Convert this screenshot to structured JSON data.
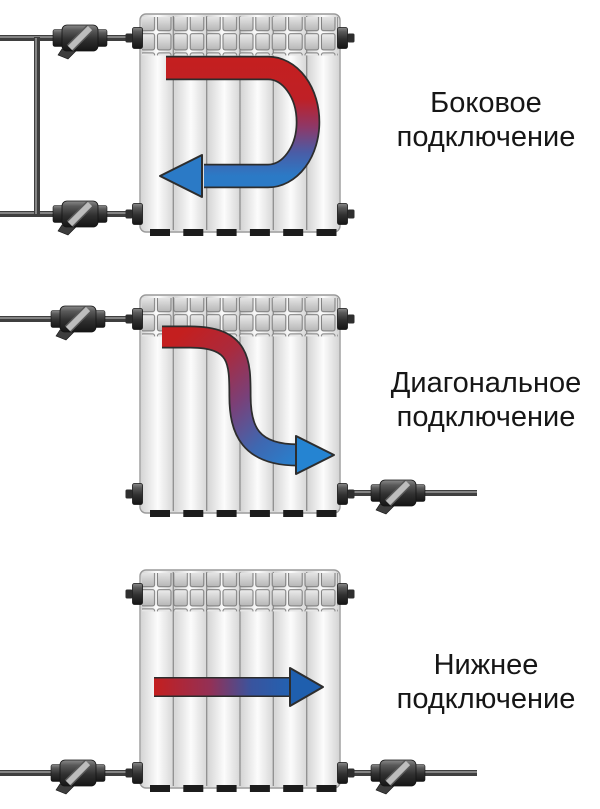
{
  "page": {
    "background": "#ffffff"
  },
  "colors": {
    "hot_flow": "#c41f1f",
    "cold_flow": "#2b7ac6",
    "pipe": "#3f3f3f",
    "valve_body": "#303030",
    "radiator_body": "#ececec",
    "label_text": "#161616"
  },
  "diagrams": [
    {
      "id": "side",
      "label": {
        "line1": "Боковое",
        "line2": "подключение"
      }
    },
    {
      "id": "diagonal",
      "label": {
        "line1": "Диагональное",
        "line2": "подключение"
      }
    },
    {
      "id": "bottom",
      "label": {
        "line1": "Нижнее",
        "line2": "подключение"
      }
    }
  ]
}
